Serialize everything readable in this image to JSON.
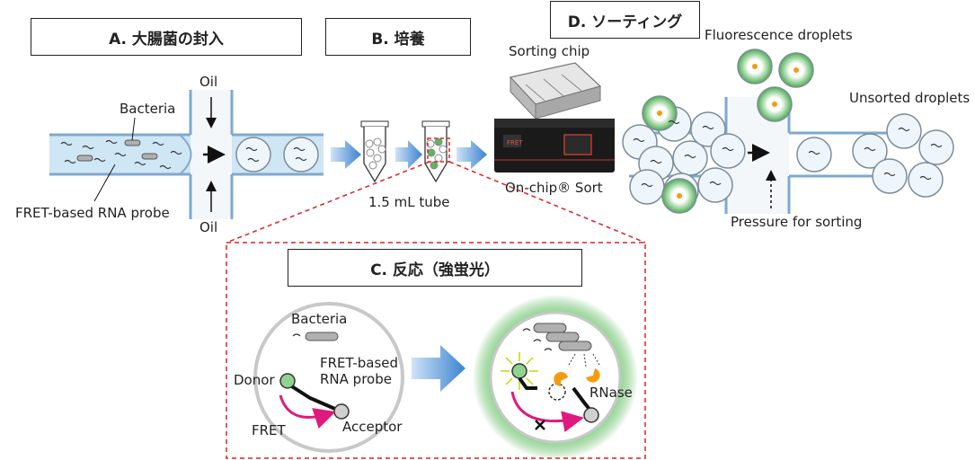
{
  "sections": {
    "a": "A. 大腸菌の封入",
    "b": "B. 培養",
    "c": "C. 反応（強蛍光）",
    "d": "D. ソーティング"
  },
  "panel_a": {
    "bacteria": "Bacteria",
    "probe": "FRET-based RNA probe",
    "oil_top": "Oil",
    "oil_bottom": "Oil"
  },
  "panel_b": {
    "tube": "1.5 mL tube",
    "sorting_chip": "Sorting chip",
    "device_brand": "On-chip® Sort",
    "device_screen": "FRET"
  },
  "panel_c": {
    "bacteria": "Bacteria",
    "probe_line1": "FRET-based",
    "probe_line2": "RNA probe",
    "donor": "Donor",
    "acceptor": "Acceptor",
    "fret": "FRET",
    "rnase": "RNase"
  },
  "panel_d": {
    "fluorescent": "Fluorescence droplets",
    "unsorted": "Unsorted droplets",
    "pressure": "Pressure for sorting"
  },
  "colors": {
    "channel_fill": "#cfe6f5",
    "channel_wall": "#7fa9cf",
    "arrow_blue": "#4a90d9",
    "dashed_red": "#e02020",
    "fret_magenta": "#e0197d",
    "green_glow": "#5cb85c",
    "rnase_orange": "#f39c12"
  }
}
